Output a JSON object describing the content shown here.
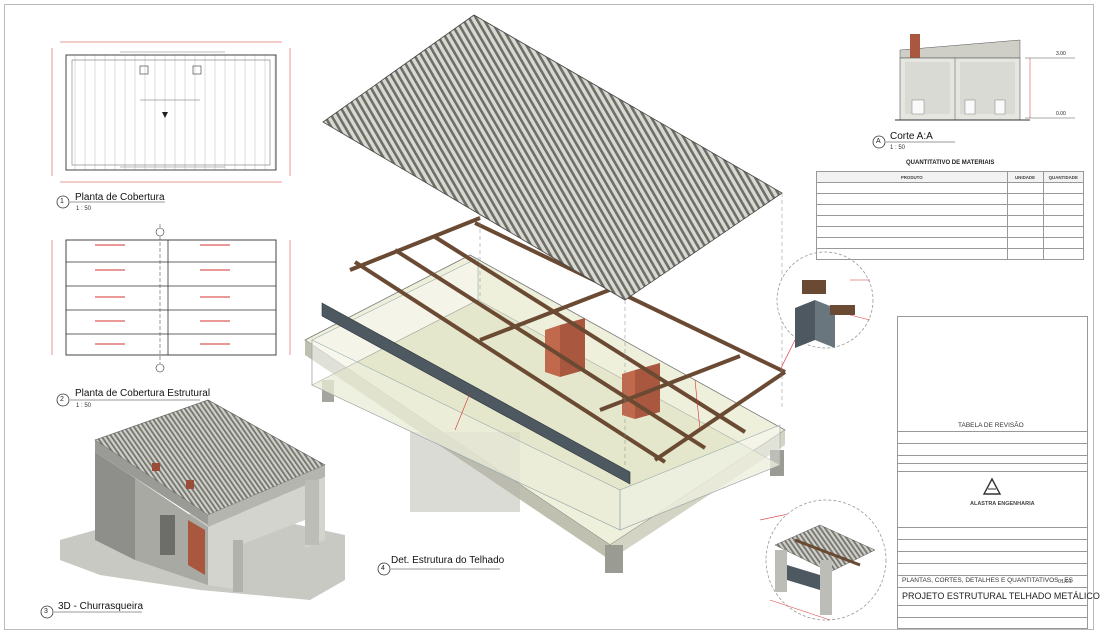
{
  "views": {
    "v1": {
      "number": "1",
      "title": "Planta de Cobertura",
      "scale": "1 : 50"
    },
    "v2": {
      "number": "2",
      "title": "Planta de Cobertura Estrutural",
      "scale": "1 : 50"
    },
    "v3": {
      "number": "3",
      "title": "3D - Churrasqueira"
    },
    "v4": {
      "number": "4",
      "title": "Det. Estrutura do Telhado"
    },
    "va": {
      "number": "A",
      "title": "Corte A:A",
      "scale": "1 : 50"
    }
  },
  "section_labels": {
    "roof_level": "3.00",
    "floor_level": "0.00"
  },
  "quantitativo": {
    "title": "QUANTITATIVO DE MATERIAIS",
    "headers": [
      "PRODUTO",
      "UNIDADE",
      "QUANTIDADE"
    ],
    "rows": [
      [
        "",
        "",
        ""
      ],
      [
        "",
        "",
        ""
      ],
      [
        "",
        "",
        ""
      ],
      [
        "",
        "",
        ""
      ],
      [
        "",
        "",
        ""
      ],
      [
        "",
        "",
        ""
      ],
      [
        "",
        "",
        ""
      ]
    ]
  },
  "title_block": {
    "revision_header": "TABELA DE REVISÃO",
    "company": "ALASTRA ENGENHARIA",
    "project_title": "PROJETO ESTRUTURAL TELHADO METÁLICO",
    "sheet_contents": "PLANTAS, CORTES, DETALHES E QUANTITATIVOS - ES",
    "sheet_number": "01/01"
  },
  "colors": {
    "steel_beam": "#6b4a33",
    "roof_tile": "#8a8a80",
    "slab": "#e4e6cf",
    "accent_red": "#d63030",
    "dark_steel": "#4d5860"
  }
}
